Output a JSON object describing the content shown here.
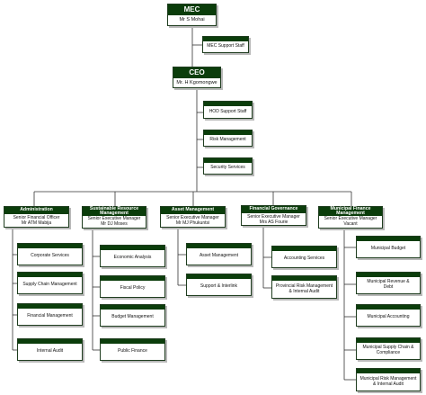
{
  "mec": {
    "title": "MEC",
    "name": "Mr S Mohai"
  },
  "mec_support": "MEC Support Staff",
  "ceo": {
    "title": "CEO",
    "name": "Mr. H Kgomongwe"
  },
  "ceo_support": [
    "HOD Support Staff",
    "Risk Management",
    "Security Services"
  ],
  "departments": [
    {
      "title": "Administration",
      "role": "Senior Financial Officer",
      "name": "Mr ATM Mabija",
      "units": [
        "Corporate Services",
        "Supply Chain Management",
        "Financial Management",
        "Internal Audit"
      ]
    },
    {
      "title": "Sustainable Resource Management",
      "role": "Senior Executive Manager",
      "name": "Mr DJ Moses",
      "units": [
        "Economic Analysis",
        "Fiscal Policy",
        "Budget Management",
        "Public Finance"
      ]
    },
    {
      "title": "Asset Management",
      "role": "Senior Executive Manager",
      "name": "Mr MJ Phukuntsi",
      "units": [
        "Asset Management",
        "Support & Interlink"
      ]
    },
    {
      "title": "Financial Governance",
      "role": "Senior Executive Manager",
      "name": "Mrs AS Fourie",
      "units": [
        "Accounting Services",
        "Provincial Risk Management & Internal Audit"
      ]
    },
    {
      "title": "Municipal Finance Management",
      "role": "Senior Executive Manager",
      "name": "Vacant",
      "units": [
        "Municipal Budget",
        "Municipal Revenue & Debt",
        "Municipal Accounting",
        "Municipal Supply Chain & Compliance",
        "Municipal Risk Management & Internal Audit"
      ]
    }
  ]
}
